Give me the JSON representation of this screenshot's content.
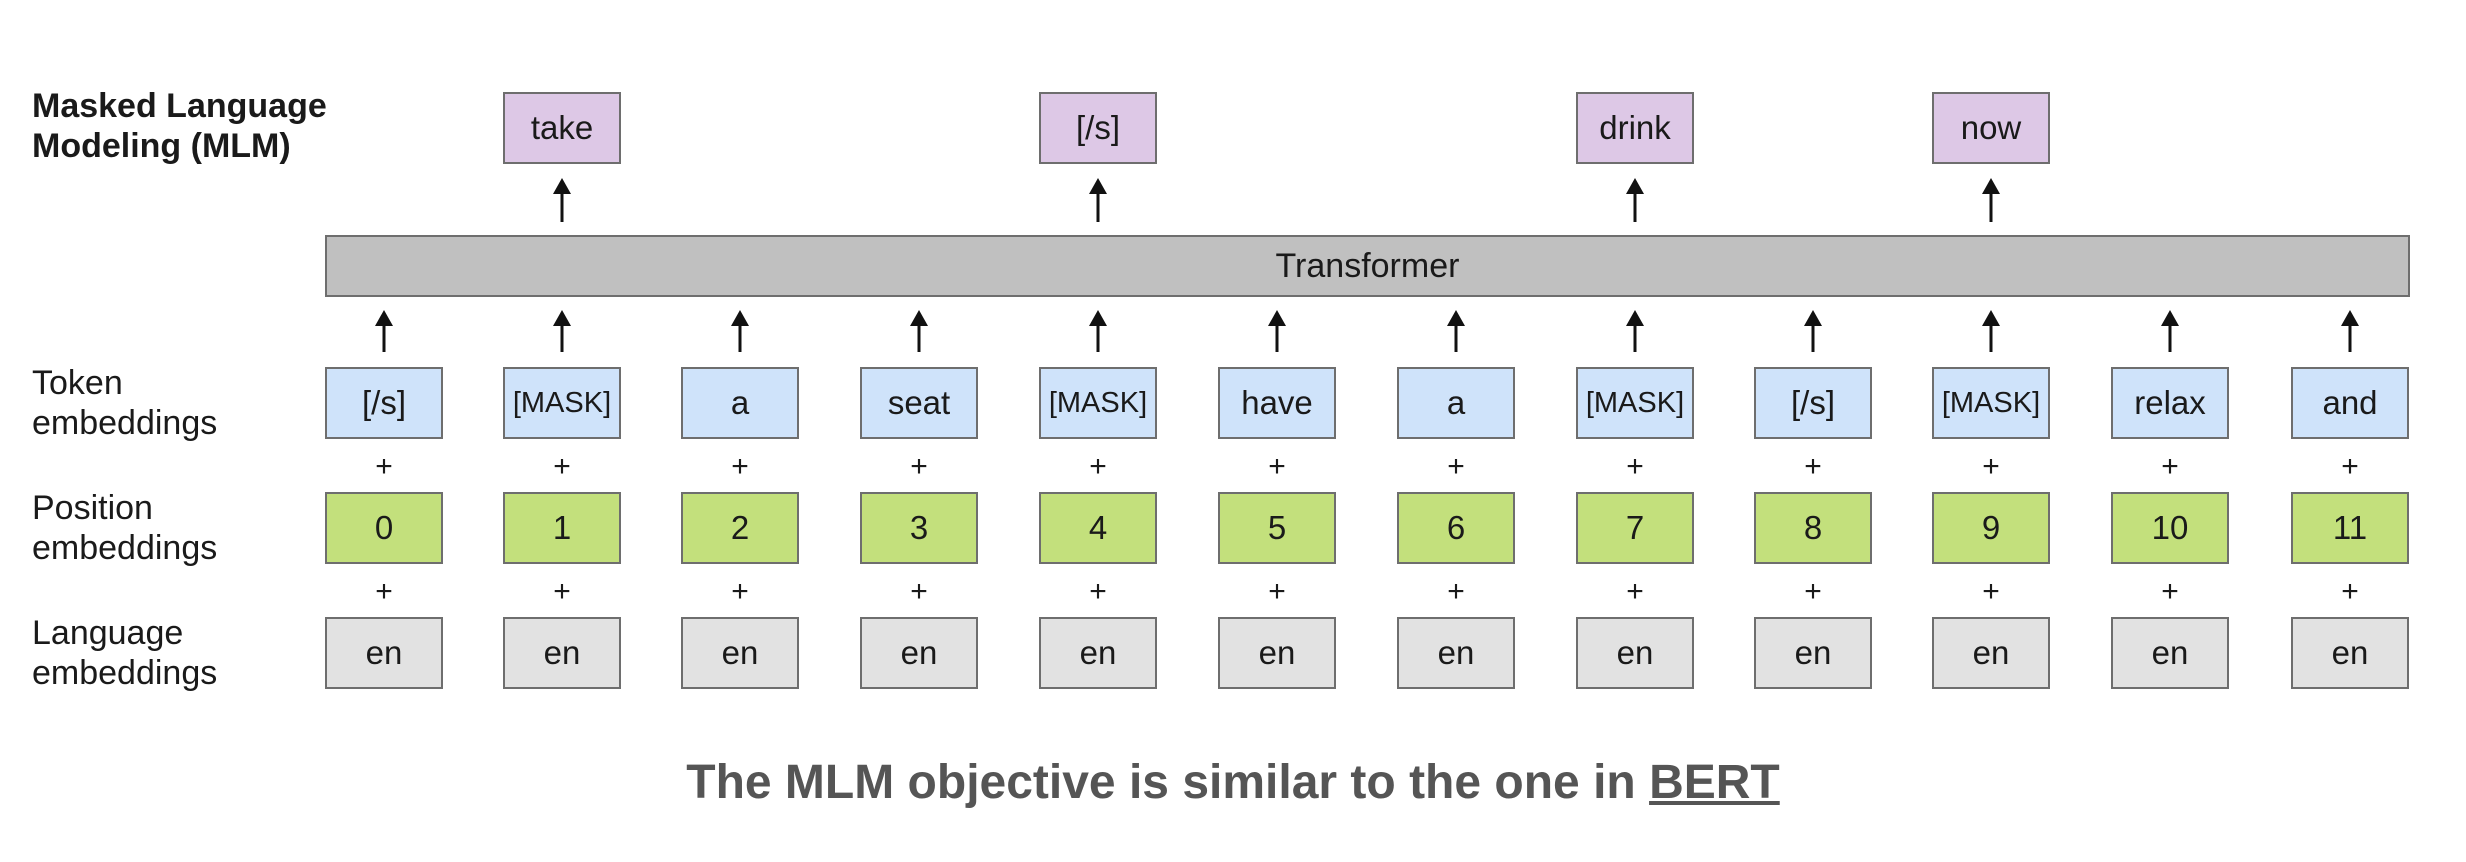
{
  "labels": {
    "mlm_line1": "Masked Language",
    "mlm_line2": "Modeling (MLM)",
    "token_line1": "Token",
    "token_line2": "embeddings",
    "position_line1": "Position",
    "position_line2": "embeddings",
    "language_line1": "Language",
    "language_line2": "embeddings"
  },
  "transformer_label": "Transformer",
  "plus_sign": "+",
  "tokens": [
    "[/s]",
    "[MASK]",
    "a",
    "seat",
    "[MASK]",
    "have",
    "a",
    "[MASK]",
    "[/s]",
    "[MASK]",
    "relax",
    "and"
  ],
  "positions": [
    "0",
    "1",
    "2",
    "3",
    "4",
    "5",
    "6",
    "7",
    "8",
    "9",
    "10",
    "11"
  ],
  "languages": [
    "en",
    "en",
    "en",
    "en",
    "en",
    "en",
    "en",
    "en",
    "en",
    "en",
    "en",
    "en"
  ],
  "outputs": [
    {
      "column": 1,
      "text": "take"
    },
    {
      "column": 4,
      "text": "[/s]"
    },
    {
      "column": 7,
      "text": "drink"
    },
    {
      "column": 9,
      "text": "now"
    }
  ],
  "caption": {
    "prefix": "The MLM objective is similar to the one in ",
    "link": "BERT"
  },
  "colors": {
    "output_box": "#ddc8e6",
    "token_box": "#cfe3fa",
    "position_box": "#c3e07c",
    "language_box": "#e2e2e2",
    "transformer": "#c0c0c0"
  }
}
